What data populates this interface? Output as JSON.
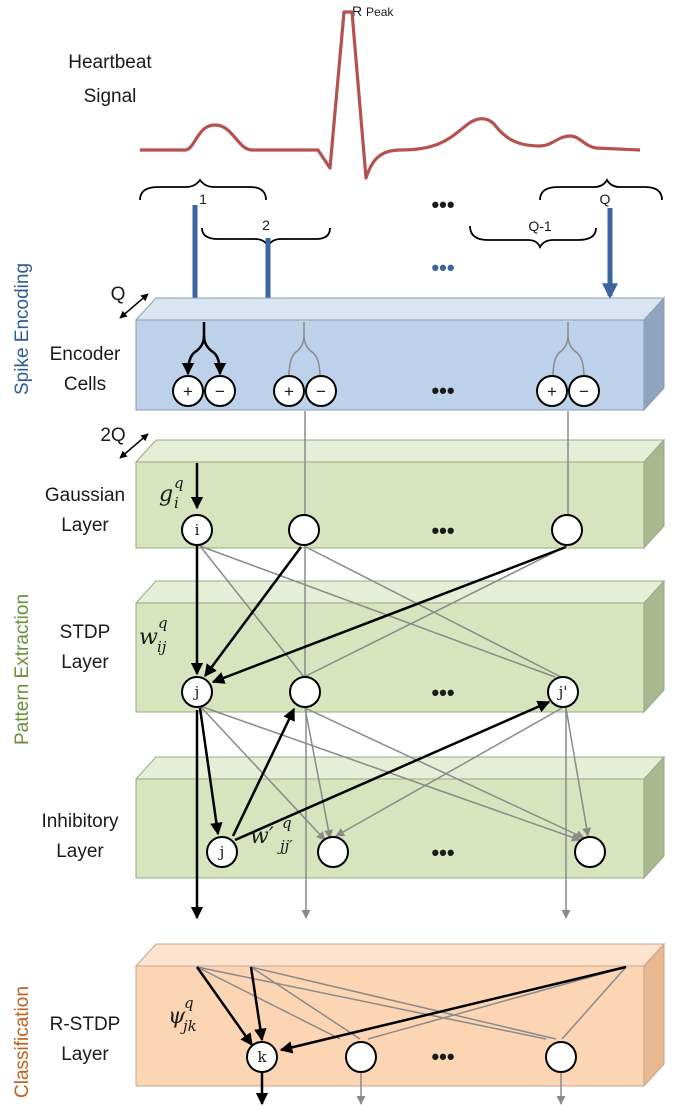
{
  "signal": {
    "title_line1": "Heartbeat",
    "title_line2": "Signal",
    "peak_label_r": "R",
    "peak_label_rest": "Peak",
    "windows": [
      "1",
      "2",
      "Q-1",
      "Q"
    ],
    "dots": "•••",
    "color": "#b5524f"
  },
  "sections": {
    "spike_encoding": "Spike Encoding",
    "pattern_extraction": "Pattern Extraction",
    "classification": "Classification"
  },
  "encoder": {
    "dim_label": "Q",
    "line1": "Encoder",
    "line2": "Cells",
    "plus": "+",
    "minus": "−",
    "dots": "•••"
  },
  "gaussian": {
    "dim_label": "2Q",
    "line1": "Gaussian",
    "line2": "Layer",
    "node_i": "i",
    "weight_main": "g",
    "weight_sup": "q",
    "weight_sub": "i",
    "dots": "•••"
  },
  "stdp": {
    "line1": "STDP",
    "line2": "Layer",
    "node_j": "j",
    "node_jprime": "j'",
    "weight_main": "w",
    "weight_sup": "q",
    "weight_sub": "ij",
    "dots": "•••"
  },
  "inhibitory": {
    "line1": "Inhibitory",
    "line2": "Layer",
    "node_j": "j",
    "weight_main": "w′",
    "weight_sup": "q",
    "weight_sub": "jj′",
    "dots": "•••"
  },
  "rstdp": {
    "line1": "R-STDP",
    "line2": "Layer",
    "node_k": "k",
    "weight_main": "ψ",
    "weight_sup": "q",
    "weight_sub": "jk",
    "dots": "•••"
  },
  "colors": {
    "encoder_fill": "#bdd2ea",
    "green_fill": "#d7e4bd",
    "orange_fill": "#fcd5b4",
    "blue_arrow": "#3b64a0",
    "spike_encoding_text": "#2e5c96",
    "pattern_text": "#6b8f3a",
    "classification_text": "#c06020"
  }
}
